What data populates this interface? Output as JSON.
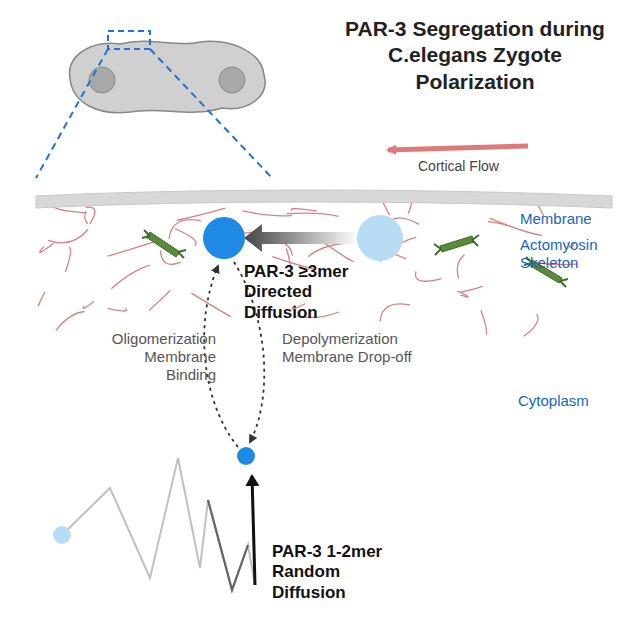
{
  "diagram": {
    "title": "PAR-3 Segregation during C.elegans Zygote Polarization",
    "labels": [
      "Cortical Flow",
      "Membrane",
      "Actomyosin Skeleton",
      "PAR-3 ≥3mer Directed Diffusion",
      "Oligomerization Membrane Binding",
      "Depolymerization Membrane Drop-off",
      "Cytoplasm",
      "PAR-3 1-2mer Random Diffusion"
    ]
  }
}
